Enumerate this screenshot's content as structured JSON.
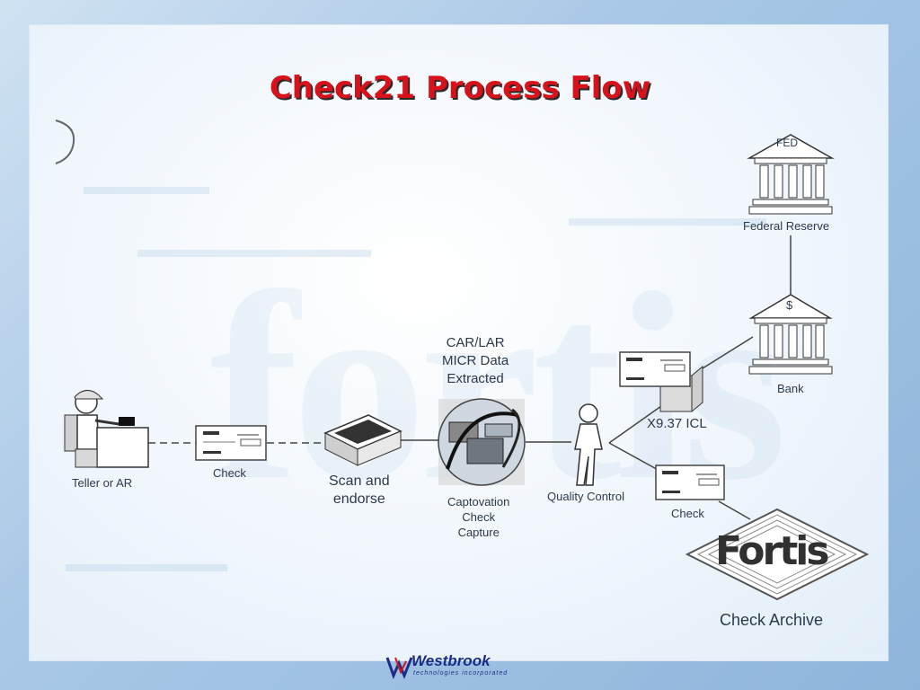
{
  "slide": {
    "title": "Check21 Process Flow"
  },
  "nodes": {
    "teller": "Teller or AR",
    "check1": "Check",
    "scan_line1": "Scan and",
    "scan_line2": "endorse",
    "micr_line1": "CAR/LAR",
    "micr_line2": "MICR Data",
    "micr_line3": "Extracted",
    "capture_line1": "Captovation",
    "capture_line2": "Check",
    "capture_line3": "Capture",
    "quality": "Quality Control",
    "icl": "X9.37 ICL",
    "bank": "Bank",
    "bank_symbol": "$",
    "fed_sign": "FED",
    "fed": "Federal Reserve",
    "check2": "Check",
    "archive_logo": "Fortis",
    "archive": "Check Archive"
  },
  "footer": {
    "logo_text": "Westbrook",
    "logo_sub": "technologies incorporated"
  },
  "colors": {
    "title": "#d8121b",
    "line": "#555555"
  }
}
